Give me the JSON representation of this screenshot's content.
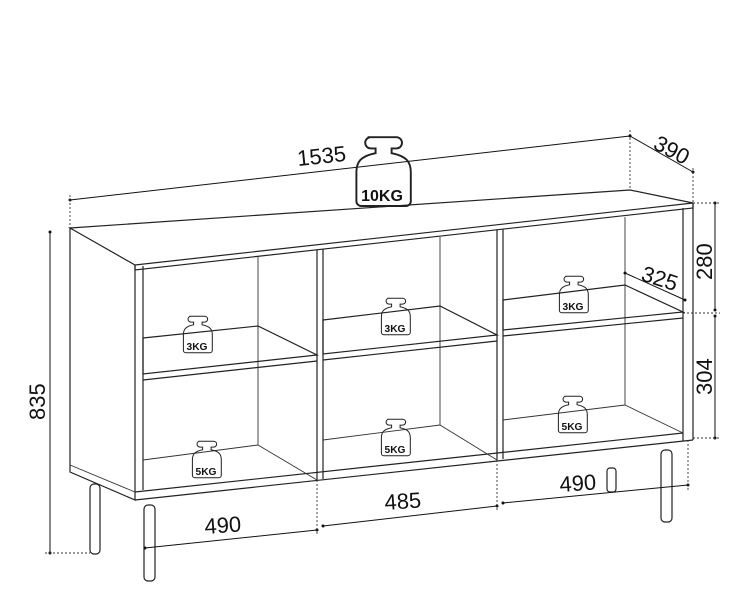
{
  "dimensions": {
    "width": "1535",
    "depth": "390",
    "height": "835",
    "upper_compartment": "280",
    "lower_compartment": "304",
    "shelf_depth": "325",
    "left_section": "490",
    "middle_section": "485",
    "right_section": "490"
  },
  "weights": {
    "top": "10KG",
    "left_upper": "3KG",
    "middle_upper": "3KG",
    "right_upper": "3KG",
    "left_lower": "5KG",
    "middle_lower": "5KG",
    "right_lower": "5KG"
  }
}
